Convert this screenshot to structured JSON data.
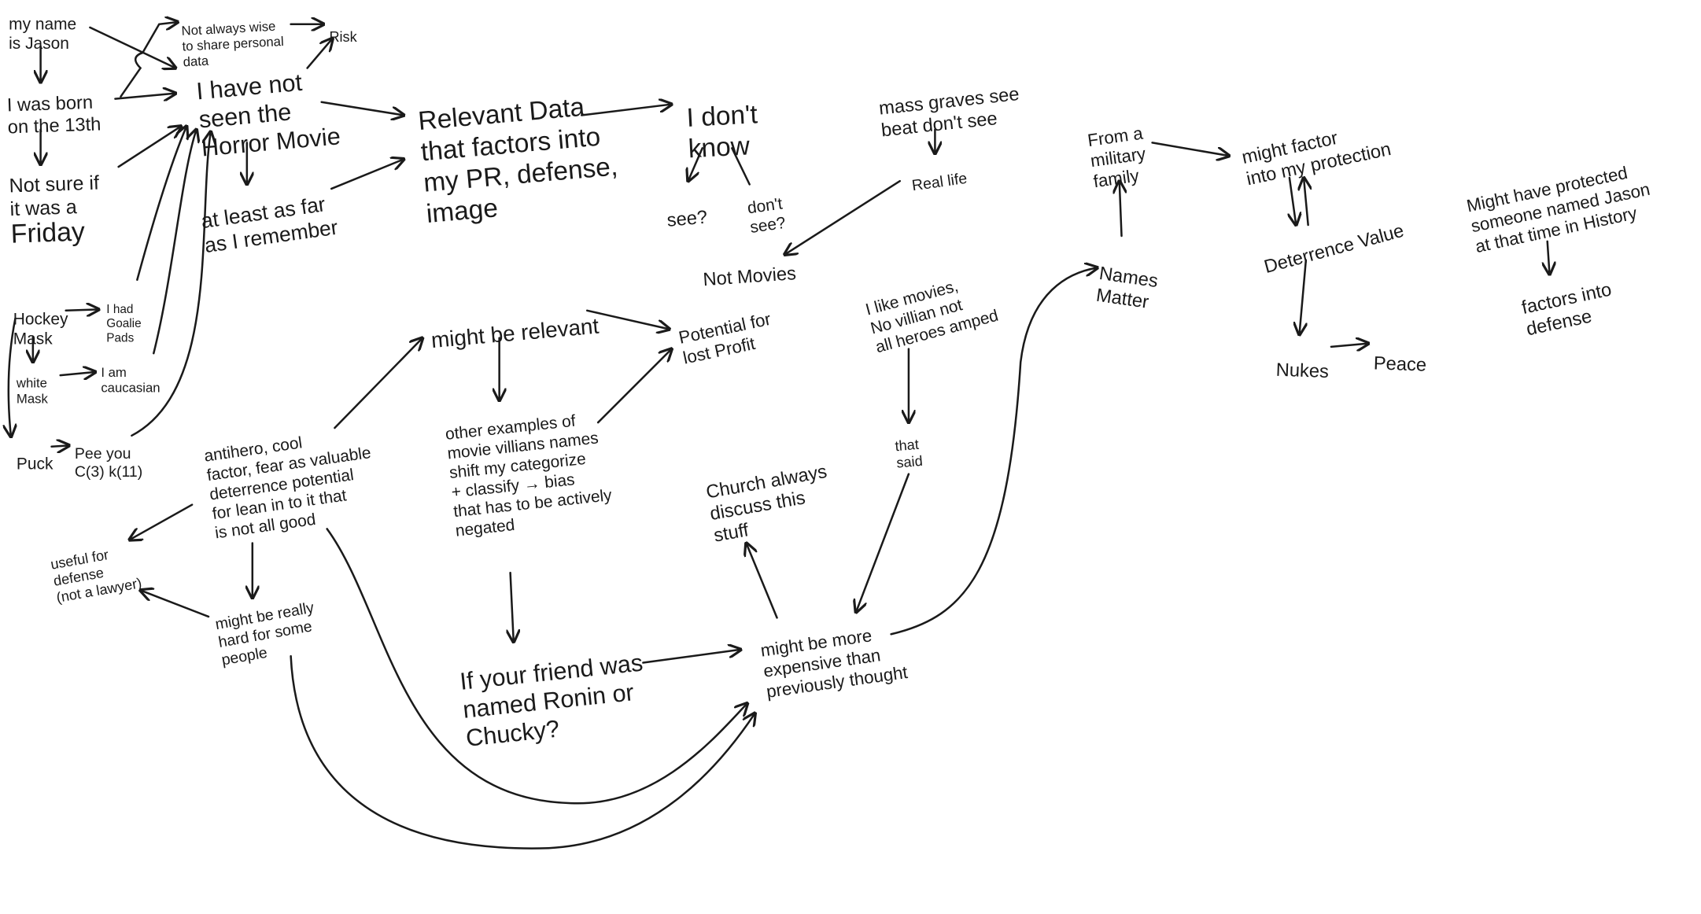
{
  "nodes": {
    "my_name": [
      "my name",
      "is Jason"
    ],
    "born": [
      "I was born",
      "on the 13th"
    ],
    "friday": [
      "Not sure if",
      "it was a",
      "Friday"
    ],
    "not_wise": [
      "Not always wise",
      "to share personal",
      "data"
    ],
    "risk": [
      "Risk"
    ],
    "not_seen": [
      "I have not",
      "seen the",
      "Horror Movie"
    ],
    "as_far": [
      "at least as far",
      "as I remember"
    ],
    "relevant_data": [
      "Relevant Data",
      "that factors into",
      "my PR, defense,",
      "image"
    ],
    "dont_know": [
      "I don't",
      "know"
    ],
    "see": [
      "see?"
    ],
    "dont_see": [
      "don't",
      "see?"
    ],
    "mass_graves": [
      "mass graves see",
      "beat don't see"
    ],
    "real_life": [
      "Real life"
    ],
    "not_movies": [
      "Not Movies"
    ],
    "military": [
      "From a",
      "military",
      "family"
    ],
    "might_factor": [
      "might factor",
      "into my protection"
    ],
    "deterrence": [
      "Deterrence Value"
    ],
    "nukes": [
      "Nukes"
    ],
    "peace": [
      "Peace"
    ],
    "names_matter": [
      "Names",
      "Matter"
    ],
    "protected": [
      "Might have protected",
      "someone named Jason",
      "at that time in History"
    ],
    "factors_defense": [
      "factors into",
      "defense"
    ],
    "hockey": [
      "Hockey",
      "Mask"
    ],
    "goalie": [
      "I had",
      "Goalie",
      "Pads"
    ],
    "white_mask": [
      "white",
      "Mask"
    ],
    "caucasian": [
      "I am",
      "caucasian"
    ],
    "puck": [
      "Puck"
    ],
    "pee_you": [
      "Pee you",
      "C(3) k(11)"
    ],
    "antihero": [
      "antihero, cool",
      "factor, fear as valuable",
      "deterrence potential",
      "for lean in to it that",
      "is not all good"
    ],
    "useful": [
      "useful for",
      "defense",
      "(not a lawyer)"
    ],
    "hard": [
      "might be really",
      "hard for some",
      "people"
    ],
    "might_relevant": [
      "might be relevant"
    ],
    "potential": [
      "Potential for",
      "lost Profit"
    ],
    "other_examples": [
      "other examples of",
      "movie villians names",
      "shift my categorize",
      "+ classify → bias",
      "that has to be actively",
      "negated"
    ],
    "friend": [
      "If your friend was",
      "named Ronin or",
      "Chucky?"
    ],
    "church": [
      "Church always",
      "discuss this",
      "stuff"
    ],
    "like_movies": [
      "I like movies,",
      "No villian not",
      "all heroes amped"
    ],
    "that_said": [
      "that",
      "said"
    ],
    "expensive": [
      "might be more",
      "expensive than",
      "previously thought"
    ]
  },
  "colors": {
    "ink": "#1a1a1a",
    "background": "#ffffff"
  }
}
